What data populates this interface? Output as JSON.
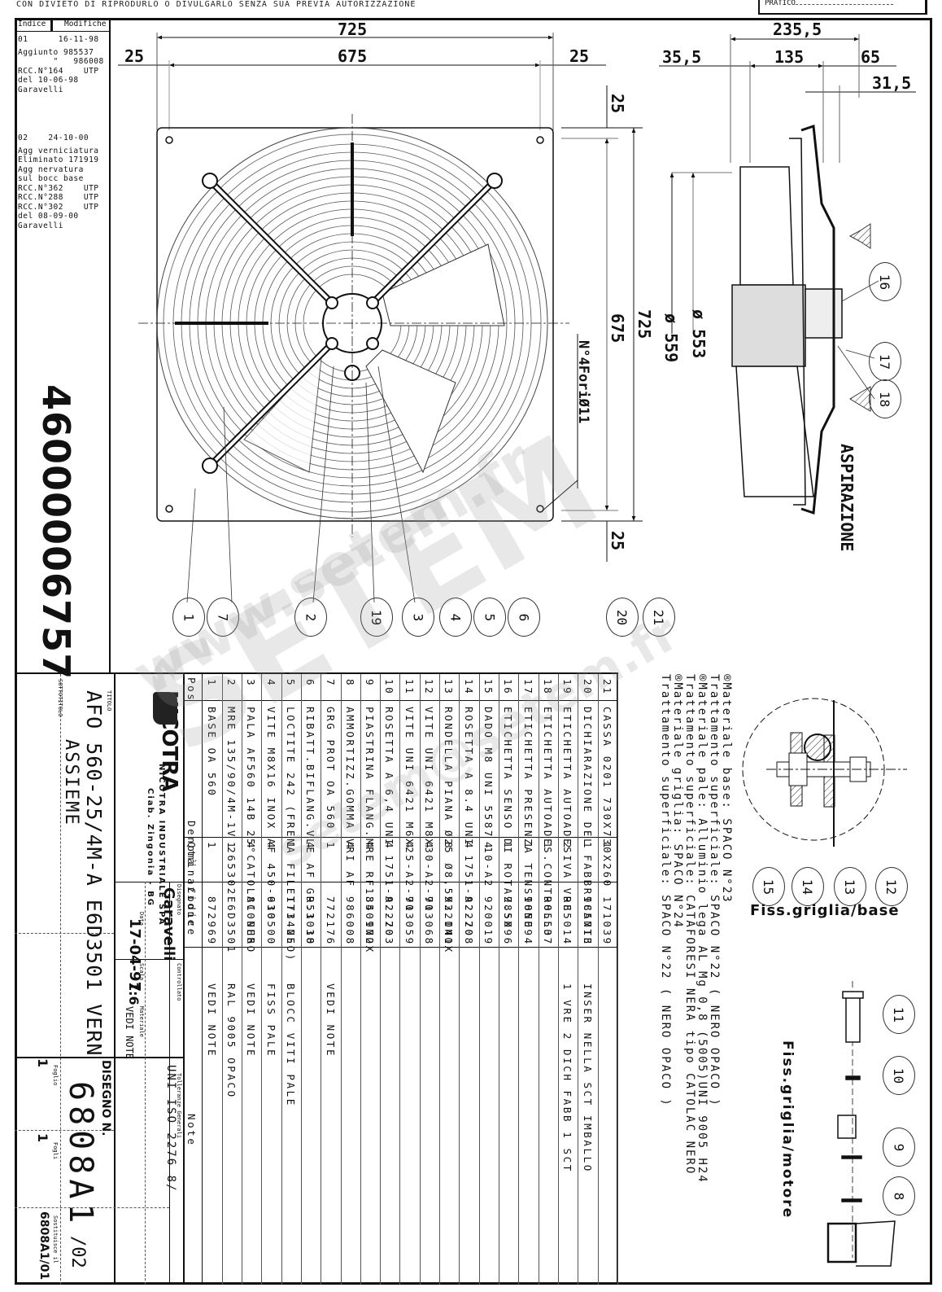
{
  "header": {
    "notice": "CON DIVIETO DI RIPRODURLO O DIVULGARLO SENZA SUA PREVIA AUTORIZZAZIONE",
    "pratico_label": "PRATICO"
  },
  "revisions": {
    "col_index": "Indice",
    "col_changes": "Modifiche",
    "entries": [
      {
        "index": "01",
        "date": "16-11-98",
        "text": "Aggiunto 985537\n       \"   986008\nRCC.N°164    UTP\ndel 10-06-98\nGaravelli"
      },
      {
        "index": "02",
        "date": "24-10-00",
        "text": "Agg verniciatura\nEliminato 171919\nAgg nervatura\nsul bocc base\nRCC.N°362    UTP\nRCC.N°288    UTP\nRCC.N°302    UTP\ndel 08-09-00\nGaravelli"
      }
    ]
  },
  "part_number": "46000006757",
  "front_view": {
    "dims": {
      "overall_width": "725",
      "hole_spacing": "675",
      "margin_left": "25",
      "margin_right": "25",
      "margin_top": "25",
      "margin_bottom": "25",
      "overall_height": "725",
      "hole_spacing_v": "675"
    },
    "holes_note": "N°4ForiØ11"
  },
  "side_view": {
    "dims": {
      "depth": "235,5",
      "a": "35,5",
      "b": "135",
      "c": "65",
      "d": "31,5",
      "dia_outer": "ø 559",
      "dia_inner": "ø 553"
    },
    "airflow_label": "ASPIRAZIONE"
  },
  "balloons_bottom": [
    "1",
    "7",
    "2",
    "19",
    "3",
    "4",
    "5",
    "6",
    "20",
    "21"
  ],
  "balloons_side": [
    "16",
    "17",
    "18"
  ],
  "detail_base": {
    "title": "Fiss.griglia/base",
    "balloons": [
      "15",
      "14",
      "13",
      "12"
    ]
  },
  "detail_motor": {
    "title": "Fiss.griglia/motore",
    "balloons": [
      "11",
      "10",
      "9",
      "8"
    ]
  },
  "material_notes": [
    "®Materiale base: SPACO N°23",
    " Trattamento superficiale: SPACO N°22 ( NERO OPACO )",
    "®Materiale pale: Alluminio lega AL Mg 0,8 (5005)UNI 9005 H24",
    " Trattamento superficiale: CATAFORESI NERA tipo CATOLAC NERO",
    "®Materiale griglia: SPACO N°24",
    " Trattamento superficiale: SPACO N°22 ( NERO OPACO )"
  ],
  "parts_table": {
    "headers": {
      "pos": "Pos",
      "name": "Denominazione",
      "qty": "Qtà",
      "code": "Codice",
      "note": "Note"
    },
    "rows": [
      {
        "pos": "21",
        "name": "CASSA 0201 730X730X260",
        "qty": "1",
        "code": "171039",
        "note": ""
      },
      {
        "pos": "20",
        "name": "DICHIARAZIONE DEL FABBRICANTE",
        "qty": "1",
        "code": "985713",
        "note": "INSER NELLA SCT IMBALLO"
      },
      {
        "pos": "19",
        "name": "ETICHETTA AUTOADESIVA VRE",
        "qty": "2",
        "code": "985014",
        "note": "1 VRE 2 DICH FABB 1 SCT"
      },
      {
        "pos": "18",
        "name": "ETICHETTA AUTOADES.CONTROLLO",
        "qty": "1",
        "code": "985537",
        "note": ""
      },
      {
        "pos": "17",
        "name": "ETICHETTA PRESENZA TENSIONE",
        "qty": "1",
        "code": "985094",
        "note": ""
      },
      {
        "pos": "16",
        "name": "ETICHETTA SENSO DI ROTAZ.SX",
        "qty": "1",
        "code": "985096",
        "note": ""
      },
      {
        "pos": "15",
        "name": "DADO M8 UNI 5587 10-A2",
        "qty": "4",
        "code": "920019",
        "note": ""
      },
      {
        "pos": "14",
        "name": "ROSETTA A 8.4 UNI 1751-A2-70",
        "qty": "4",
        "code": "922208",
        "note": ""
      },
      {
        "pos": "13",
        "name": "RONDELLA PIANA Ø25 Ø8,5X3 INOX",
        "qty": "8",
        "code": "922041",
        "note": ""
      },
      {
        "pos": "12",
        "name": "VITE UNI 6421 M8X30-A2-70",
        "qty": "4",
        "code": "913068",
        "note": ""
      },
      {
        "pos": "11",
        "name": "VITE UNI 6421 M6X25-A2-70",
        "qty": "4",
        "code": "913059",
        "note": ""
      },
      {
        "pos": "10",
        "name": "ROSETTA A 6,4 UNI 1751-A2-70",
        "qty": "4",
        "code": "922203",
        "note": ""
      },
      {
        "pos": "9",
        "name": "PIASTRINA FLANG.MRE RF135 INOX",
        "qty": "4",
        "code": "840972",
        "note": ""
      },
      {
        "pos": "8",
        "name": "AMMORTIZZ.GOMMA VRI AF",
        "qty": "4",
        "code": "986008",
        "note": ""
      },
      {
        "pos": "7",
        "name": "GRG PROT OA 560",
        "qty": "1",
        "code": "772176",
        "note": "VEDI NOTE"
      },
      {
        "pos": "6",
        "name": "RIBATT.BIFLANG.VLE AF GR.3 38",
        "qty": "4",
        "code": "951010",
        "note": ""
      },
      {
        "pos": "5",
        "name": "LOCTITE 242 (FRENA FILETTI NEO)",
        "qty": "1",
        "code": "173425",
        "note": "BLOCC VITI PALE"
      },
      {
        "pos": "4",
        "name": "VITE M8X16 INOX AF 450-630",
        "qty": "4",
        "code": "910500",
        "note": "FISS PALE"
      },
      {
        "pos": "3",
        "name": "PALA AF560 14B 25°CATOLAC NERO",
        "qty": "4",
        "code": "8109H6",
        "note": "VEDI NOTE"
      },
      {
        "pos": "2",
        "name": "MRE 135/90/4M-1V 265302",
        "qty": "1",
        "code": "E6D3501",
        "note": "RAL 9005 OPACO"
      },
      {
        "pos": "1",
        "name": "BASE OA 560",
        "qty": "1",
        "code": "872969",
        "note": "VEDI NOTE"
      }
    ]
  },
  "title_block": {
    "company_logo": "NICOTRA",
    "company_name": "NICOTRA INDUSTRIALE SPA",
    "company_city": "Ciab. Zingonia - BG",
    "titolo_label": "TITOLO",
    "title": "AFO 560-25/4M-A E6D3501 VERN",
    "sottotitolo_label": "SOTTOTITOLO",
    "subtitle": "ASSIEME",
    "disegnato_label": "Disegnato",
    "disegnato": "Garavelli",
    "data_label": "Data",
    "data": "17-04-97",
    "controllato_label": "Controllato",
    "controllato": "",
    "tolleranze_label": "Tolleranze Generali",
    "tolleranze": "UNI ISO 2276 8/",
    "scala_label": "Scala",
    "scala": "1:6",
    "materiale_label": "Materiale",
    "materiale": "VEDI NOTE",
    "disegno_label": "DISEGNO N.",
    "disegno": "6808A1",
    "revision": "/02",
    "foglio_label": "Foglio",
    "foglio": "1",
    "fogli_label": "Fogli",
    "fogli": "1",
    "sostituisce_label": "Sostituisce il",
    "sostituisce": "6808A1/01"
  },
  "watermarks": [
    "SETEM",
    "www.setem.fr",
    "setem@setem.fr"
  ]
}
